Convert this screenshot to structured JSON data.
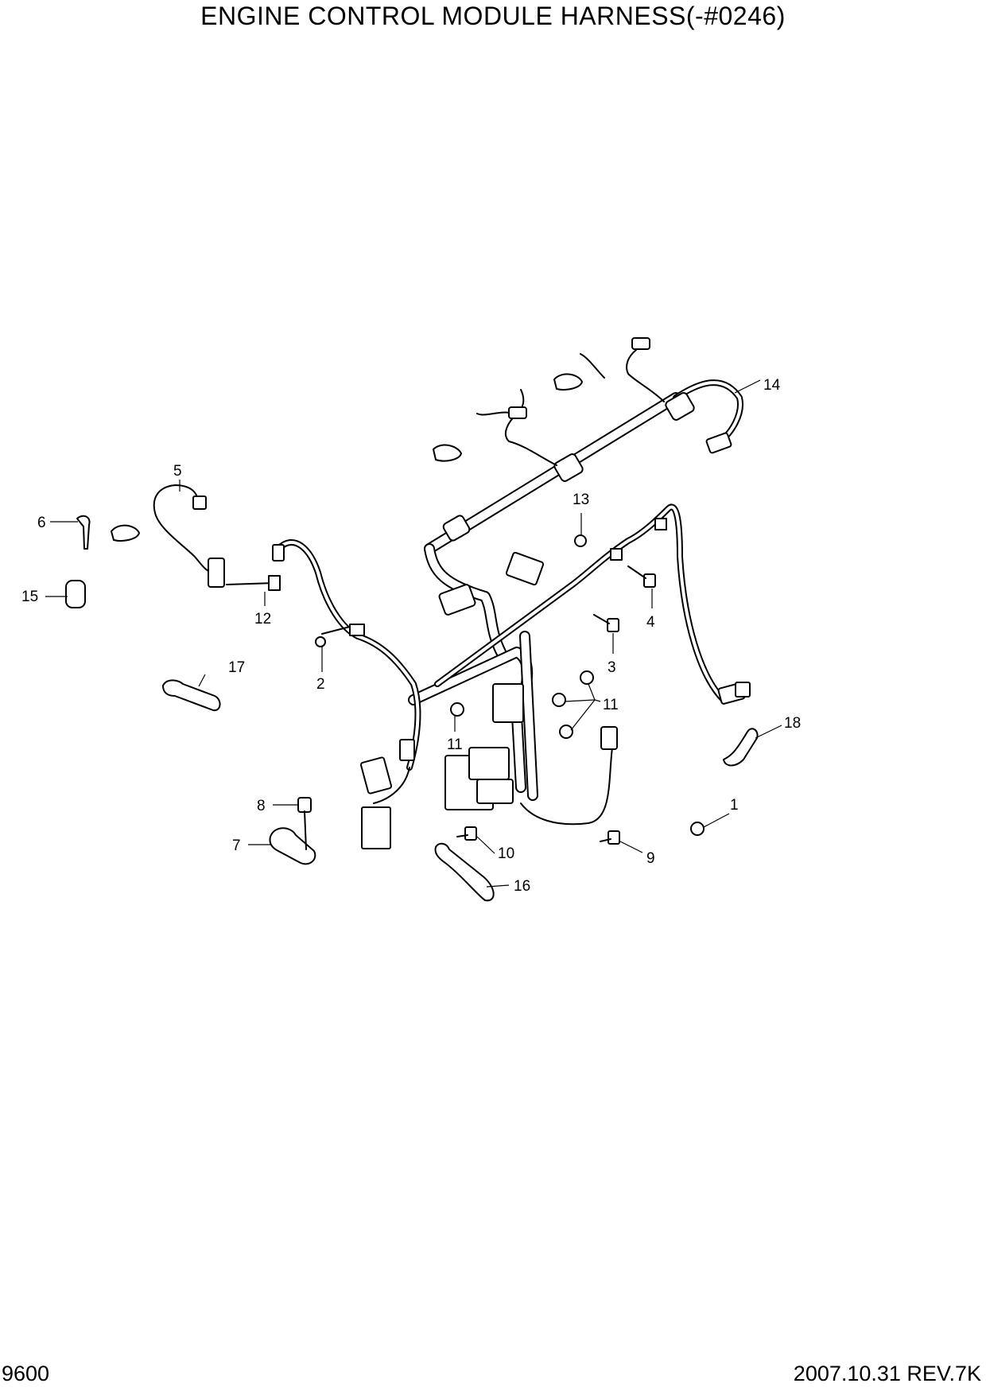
{
  "title": "ENGINE CONTROL MODULE HARNESS(-#0246)",
  "footer": {
    "page_number": "9600",
    "revision": "2007.10.31  REV.7K"
  },
  "callouts": {
    "c1": "1",
    "c2": "2",
    "c3": "3",
    "c4": "4",
    "c5": "5",
    "c6": "6",
    "c7": "7",
    "c8": "8",
    "c9": "9",
    "c10": "10",
    "c11a": "11",
    "c11b": "11",
    "c12": "12",
    "c13": "13",
    "c14": "14",
    "c15": "15",
    "c16": "16",
    "c17": "17",
    "c18": "18"
  }
}
